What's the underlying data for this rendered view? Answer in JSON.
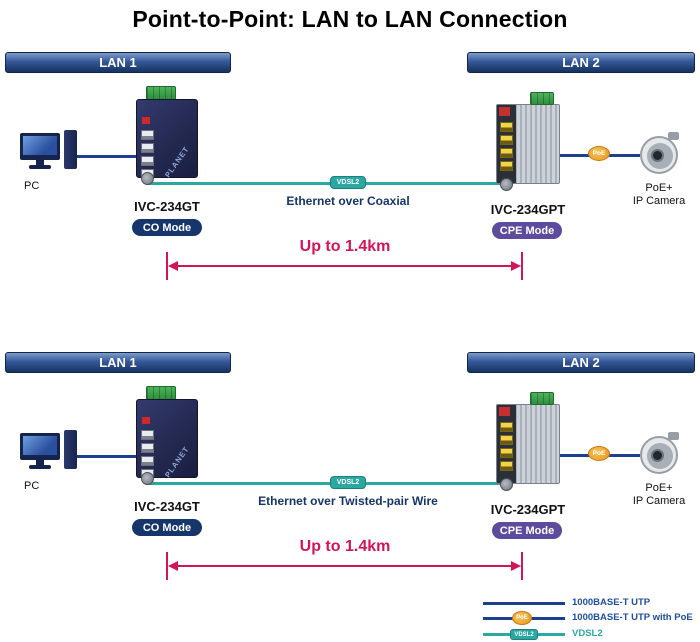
{
  "title": "Point-to-Point: LAN to LAN Connection",
  "sections": [
    {
      "lan1": "LAN 1",
      "lan2": "LAN 2",
      "pc": "PC",
      "left_device": {
        "name": "IVC-234GT",
        "mode": "CO Mode",
        "brand": "PLANET"
      },
      "link": {
        "badge": "VDSL2",
        "label": "Ethernet over Coaxial"
      },
      "right_device": {
        "name": "IVC-234GPT",
        "mode": "CPE Mode"
      },
      "poe": "PoE",
      "camera_line1": "PoE+",
      "camera_line2": "IP Camera",
      "distance": "Up to 1.4km"
    },
    {
      "lan1": "LAN 1",
      "lan2": "LAN 2",
      "pc": "PC",
      "left_device": {
        "name": "IVC-234GT",
        "mode": "CO Mode",
        "brand": "PLANET"
      },
      "link": {
        "badge": "VDSL2",
        "label": "Ethernet over Twisted-pair Wire"
      },
      "right_device": {
        "name": "IVC-234GPT",
        "mode": "CPE Mode"
      },
      "poe": "PoE",
      "camera_line1": "PoE+",
      "camera_line2": "IP Camera",
      "distance": "Up to 1.4km"
    }
  ],
  "legend": {
    "items": [
      {
        "label": "1000BASE-T UTP"
      },
      {
        "label": "1000BASE-T UTP with PoE",
        "badge": "PoE"
      },
      {
        "label": "VDSL2",
        "badge": "VDSL2"
      }
    ]
  },
  "colors": {
    "lan_bar": "#35589a",
    "co_mode_badge": "#16356b",
    "cpe_mode_badge": "#5d4b9e",
    "vdsl2": "#2ba8a2",
    "utp_line": "#1d3f8f",
    "poe_badge": "#e8941e",
    "distance_accent": "#d4145a"
  }
}
